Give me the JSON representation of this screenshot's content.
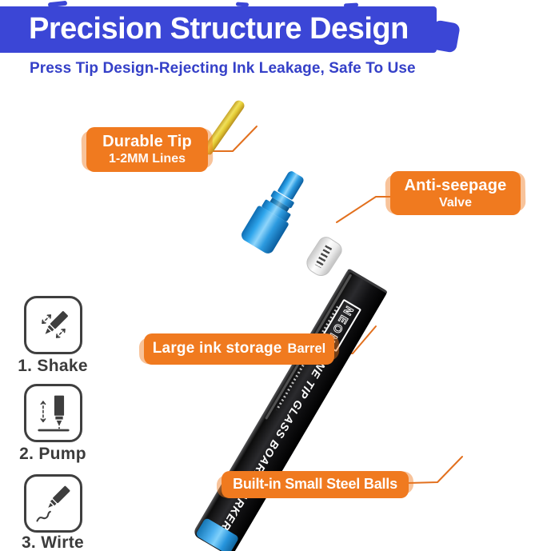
{
  "header": {
    "title": "Precision Structure Design",
    "subtitle": "Press Tip Design-Rejecting Ink Leakage, Safe To Use"
  },
  "callouts": {
    "durable_tip": {
      "title": "Durable Tip",
      "subtitle": "1-2MM Lines"
    },
    "anti_seepage": {
      "title": "Anti-seepage",
      "subtitle": "Valve"
    },
    "ink_storage": {
      "title": "Large ink storage",
      "suffix": "Barrel"
    },
    "steel_balls": {
      "title": "Built-in Small Steel Balls"
    }
  },
  "steps": [
    {
      "label": "1. Shake",
      "icon": "shake-marker-icon"
    },
    {
      "label": "2. Pump",
      "icon": "pump-marker-icon"
    },
    {
      "label": "3. Wirte",
      "icon": "write-marker-icon"
    }
  ],
  "marker": {
    "brand": "NEON",
    "barrel_text": "FINE TIP GLASS BOARD MARKER"
  },
  "colors": {
    "title_brush_blue": "#3B46D6",
    "subtitle_blue": "#3540C8",
    "accent_orange": "#F07A20",
    "connector_orange": "#E2701E",
    "tip_yellow": "#E5CD36",
    "valve_blue": "#2FA6EC",
    "end_cap_blue": "#2795DD",
    "barrel_black": "#101012",
    "icon_gray": "#3F3F3F"
  }
}
